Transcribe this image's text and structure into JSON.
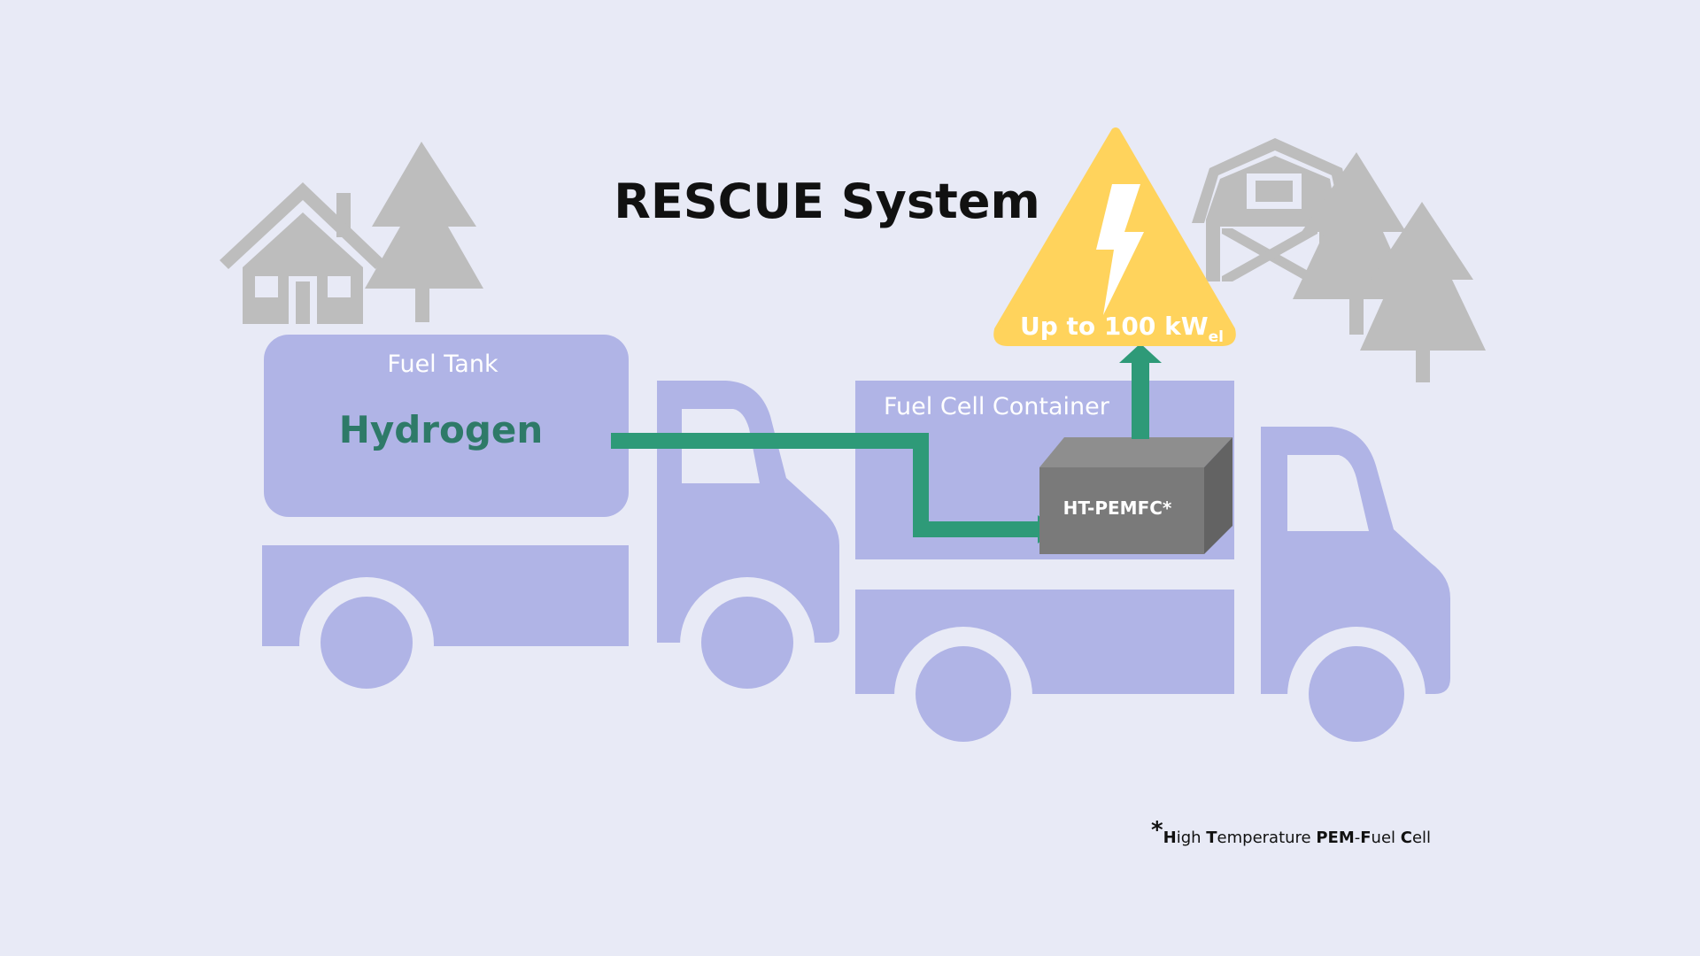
{
  "title": "RESCUE System",
  "fuel_tank": {
    "label": "Fuel Tank",
    "content": "Hydrogen"
  },
  "fuel_cell_container": {
    "label": "Fuel Cell Container",
    "unit_label": "HT-PEMFC*"
  },
  "power_output": {
    "text": "Up to 100 kW",
    "subscript": "el"
  },
  "footnote": {
    "star": "*",
    "parts": [
      {
        "text": "H",
        "bold": true
      },
      {
        "text": "igh ",
        "bold": false
      },
      {
        "text": "T",
        "bold": true
      },
      {
        "text": "emperature ",
        "bold": false
      },
      {
        "text": "PEM",
        "bold": true
      },
      {
        "text": "-",
        "bold": false
      },
      {
        "text": "F",
        "bold": true
      },
      {
        "text": "uel ",
        "bold": false
      },
      {
        "text": "C",
        "bold": true
      },
      {
        "text": "ell",
        "bold": false
      }
    ]
  },
  "icons": [
    "house-icon",
    "tree-icon",
    "barn-icon",
    "truck-icon",
    "lightning-warning-icon",
    "fuel-cell-box-icon"
  ],
  "colors": {
    "background": "#e8eaf6",
    "truck": "#b0b4e6",
    "green_flow": "#2e9a78",
    "hydrogen_text": "#2e7a68",
    "warning": "#ffd35c",
    "scenery_gray": "#bdbdbd",
    "fuel_cell_box": "#7a7a7a"
  }
}
